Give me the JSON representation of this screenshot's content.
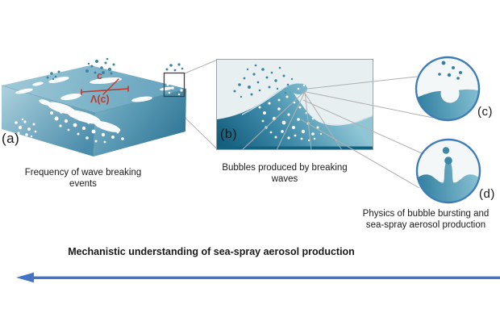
{
  "figure": {
    "panels": {
      "a": {
        "label": "(a)",
        "caption": "Frequency of wave breaking events",
        "annotation_speed": "c",
        "annotation_lambda": "Λ(c)"
      },
      "b": {
        "label": "(b)",
        "caption": "Bubbles produced by breaking waves"
      },
      "c": {
        "label": "(c)"
      },
      "d": {
        "label": "(d)",
        "caption": "Physics of bubble bursting and sea-spray aerosol production"
      }
    },
    "bottom_title": "Mechanistic understanding of sea-spray aerosol production",
    "colors": {
      "arrow_blue": "#4472c4",
      "annotation_red": "#c0392b",
      "circle_border_blue": "#3e7cb8",
      "connector_gray": "#b0b0b0",
      "panel_sky": "#e7eff1",
      "ocean_teal_dark": "#14607f",
      "ocean_teal_light": "#8fc5d4",
      "text_color": "#1a1a1a"
    }
  }
}
